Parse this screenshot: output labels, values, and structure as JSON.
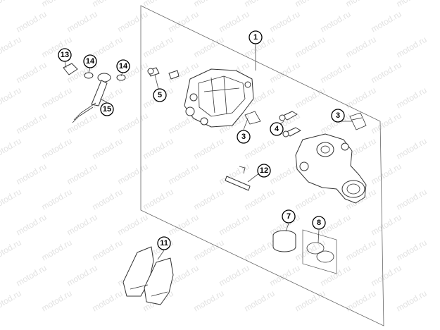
{
  "watermark": "motod.ru",
  "callouts": [
    {
      "id": "c1",
      "label": "1"
    },
    {
      "id": "c3a",
      "label": "3"
    },
    {
      "id": "c3b",
      "label": "3"
    },
    {
      "id": "c4",
      "label": "4"
    },
    {
      "id": "c5",
      "label": "5"
    },
    {
      "id": "c7",
      "label": "7"
    },
    {
      "id": "c8",
      "label": "8"
    },
    {
      "id": "c11",
      "label": "11"
    },
    {
      "id": "c12",
      "label": "12"
    },
    {
      "id": "c13",
      "label": "13"
    },
    {
      "id": "c14a",
      "label": "14"
    },
    {
      "id": "c14b",
      "label": "14"
    },
    {
      "id": "c15",
      "label": "15"
    }
  ]
}
